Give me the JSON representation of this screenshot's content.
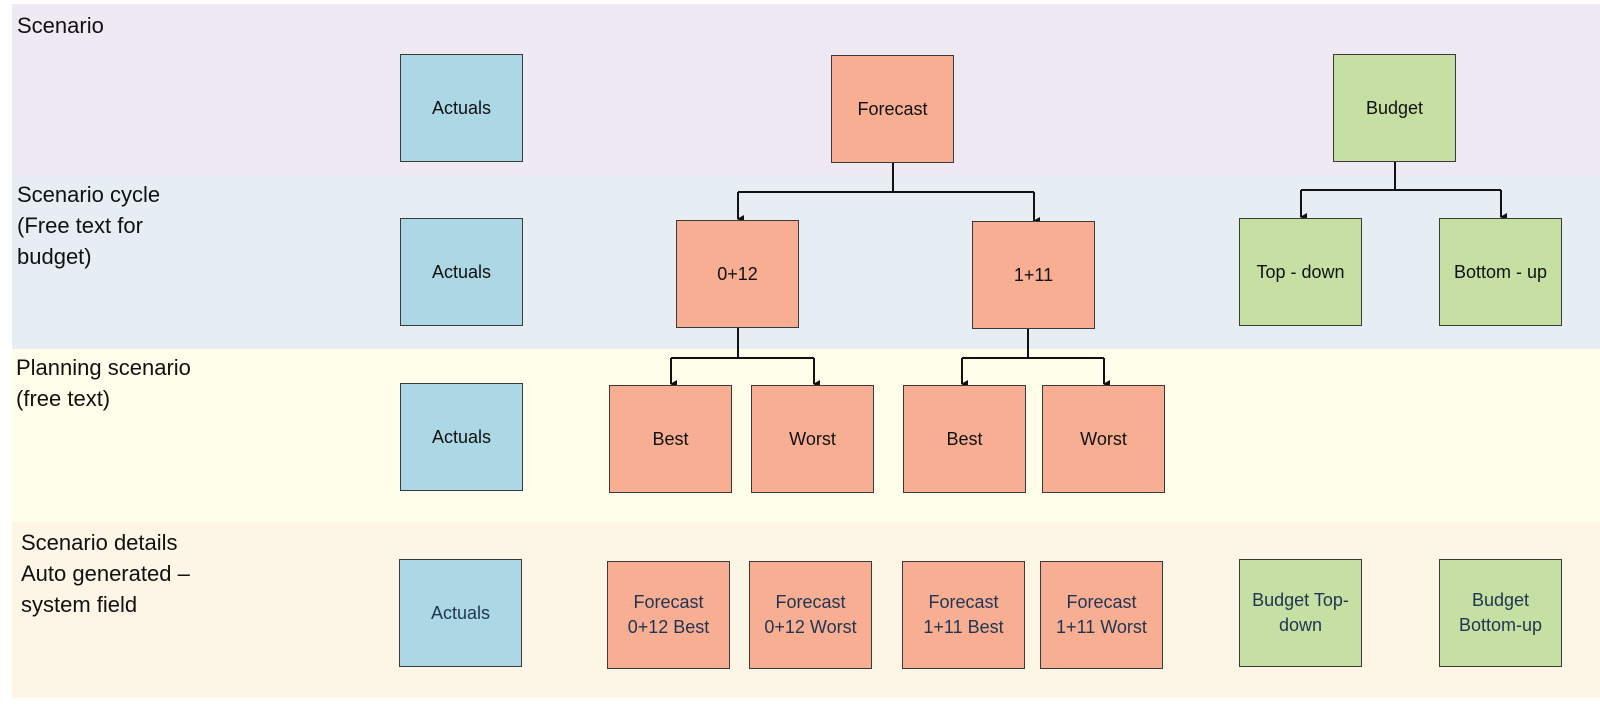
{
  "bands": {
    "scenario": {
      "label": "Scenario",
      "color": "#efe9f4"
    },
    "cycle": {
      "label": "Scenario cycle\n(Free text for\nbudget)",
      "color": "#e6eef3"
    },
    "planning": {
      "label": "Planning scenario\n(free text)",
      "color": "#fefeeb"
    },
    "details": {
      "label": "Scenario details\nAuto generated –\nsystem field",
      "color": "#fdf5e6"
    }
  },
  "colors": {
    "actuals": "#acd8e5",
    "forecast": "#f7ae93",
    "budget": "#c6e0a3"
  },
  "scenario": {
    "actuals": "Actuals",
    "forecast": "Forecast",
    "budget": "Budget"
  },
  "cycle": {
    "actuals": "Actuals",
    "f012": "0+12",
    "f111": "1+11",
    "topdown": "Top - down",
    "bottomup": "Bottom - up"
  },
  "planning": {
    "actuals": "Actuals",
    "best1": "Best",
    "worst1": "Worst",
    "best2": "Best",
    "worst2": "Worst"
  },
  "details": {
    "actuals": "Actuals",
    "f012best": "Forecast\n0+12 Best",
    "f012worst": "Forecast\n0+12 Worst",
    "f111best": "Forecast\n1+11 Best",
    "f111worst": "Forecast\n1+11 Worst",
    "budgettop": "Budget Top-\ndown",
    "budgetbottom": "Budget\nBottom-up"
  }
}
